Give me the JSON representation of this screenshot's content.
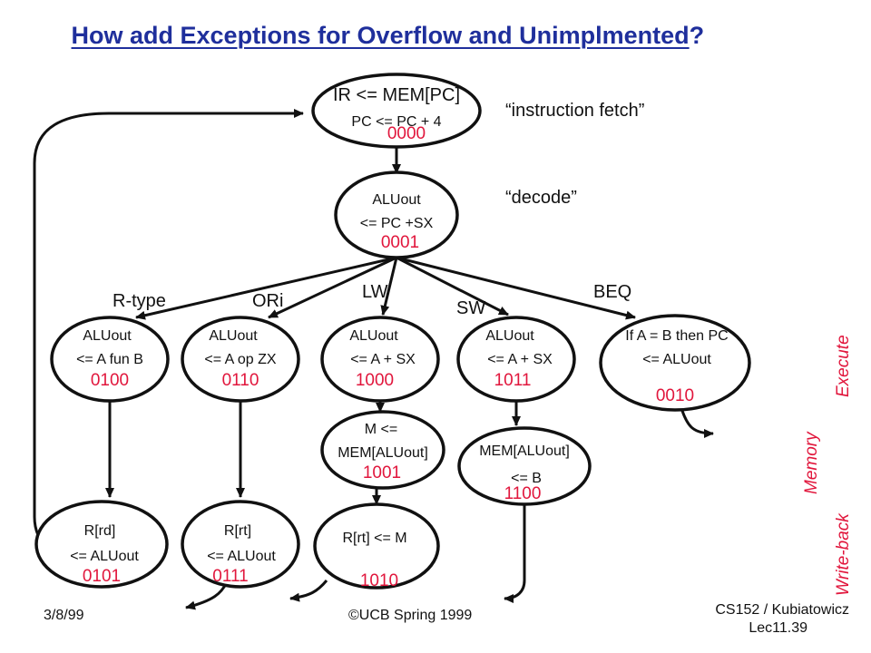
{
  "title": {
    "lead": "   ",
    "text": "How add Exceptions for Overflow and Unimplmented",
    "mark": "?"
  },
  "annotations": {
    "fetch": "“instruction fetch”",
    "decode": "“decode”"
  },
  "branches": {
    "rtype": "R-type",
    "ori": "ORi",
    "lw": "LW",
    "sw": "SW",
    "beq": "BEQ"
  },
  "states": {
    "fetch": {
      "line1": "IR <= MEM[PC]",
      "line2": "PC <= PC + 4",
      "code": "0000"
    },
    "decode": {
      "line1": "ALUout",
      "line2": "<= PC +SX",
      "code": "0001"
    },
    "rtype": {
      "line1": "ALUout",
      "line2": "<= A fun B",
      "code": "0100"
    },
    "ori": {
      "line1": "ALUout",
      "line2": "<= A op ZX",
      "code": "0110"
    },
    "lw": {
      "line1": "ALUout",
      "line2": "<= A + SX",
      "code": "1000"
    },
    "sw": {
      "line1": "ALUout",
      "line2": "<= A + SX",
      "code": "1011"
    },
    "beq": {
      "line1": "If A = B then PC",
      "line2": "<= ALUout",
      "code": "0010"
    },
    "lwmem": {
      "line1": "M <=",
      "line2": "MEM[ALUout]",
      "code": "1001"
    },
    "swmem": {
      "line1": "MEM[ALUout]",
      "line2": "<= B",
      "code": "1100"
    },
    "rtypewb": {
      "line1": "R[rd]",
      "line2": "<= ALUout",
      "code": "0101"
    },
    "oriwb": {
      "line1": "R[rt]",
      "line2": "<= ALUout",
      "code": "0111"
    },
    "lwwb": {
      "line1": "R[rt] <= M",
      "line2": "",
      "code": "1010"
    }
  },
  "phases": {
    "execute": "Execute",
    "memory": "Memory",
    "writeback": "Write-back"
  },
  "footer": {
    "date": "3/8/99",
    "copyright": "©UCB Spring 1999",
    "course": "CS152 / Kubiatowicz",
    "lecture": "Lec11.39"
  }
}
